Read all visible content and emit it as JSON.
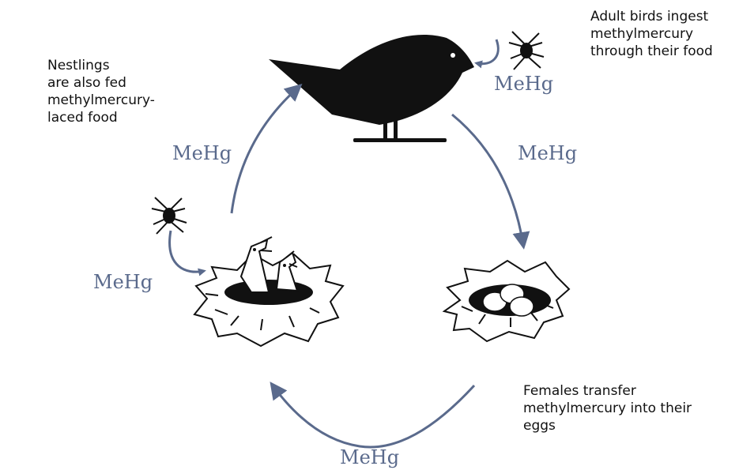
{
  "notes": {
    "adult": "Adult birds ingest\nmethylmercury\nthrough their food",
    "nestlings": "Nestlings\nare also fed\nmethylmercury-\nlaced food",
    "females": "Females transfer\nmethylmercury into their\neggs"
  },
  "labels": {
    "adult_intake": "MeHg",
    "bird_to_nest": "MeHg",
    "eggs_to_chicks": "MeHg",
    "chicks_to_bird": "MeHg",
    "spider_to_chicks": "MeHg"
  },
  "colors": {
    "arrow": "#5a6a8c",
    "silhouette": "#111111"
  }
}
